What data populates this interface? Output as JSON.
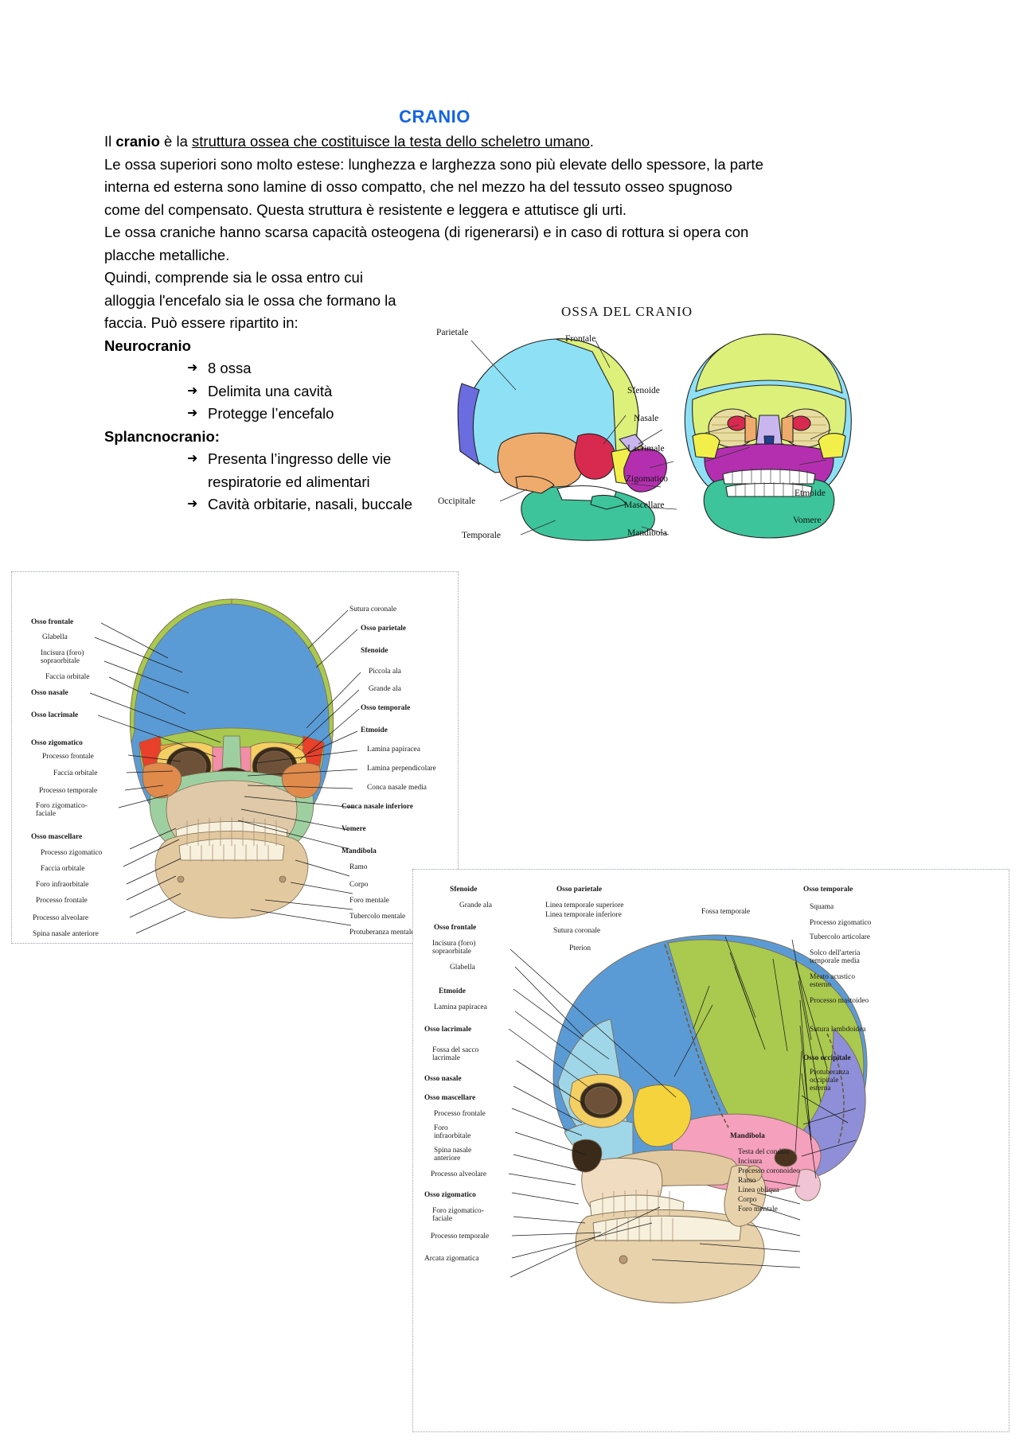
{
  "document": {
    "title": "CRANIO",
    "title_color": "#1464e6",
    "paragraphs": [
      {
        "id": "p1",
        "runs": [
          {
            "text": "Il ",
            "style": "normal"
          },
          {
            "text": "cranio",
            "style": "bold"
          },
          {
            "text": " è la ",
            "style": "normal"
          },
          {
            "text": "struttura ossea che costituisce la testa dello scheletro umano",
            "style": "underline"
          },
          {
            "text": ".",
            "style": "normal"
          }
        ]
      },
      {
        "id": "p2",
        "text": "Le ossa superiori sono molto estese: lunghezza e larghezza sono più elevate dello spessore, la parte interna ed esterna sono lamine di osso compatto, che nel mezzo ha del tessuto osseo spugnoso come del compensato. Questa struttura è resistente e leggera e attutisce gli urti."
      },
      {
        "id": "p3",
        "text": "Le ossa craniche hanno scarsa capacità osteogena (di rigenerarsi) e in caso di rottura si opera con placche metalliche."
      },
      {
        "id": "p4",
        "text": "Quindi, comprende sia le ossa entro cui alloggia l'encefalo sia le ossa che formano la faccia. Può essere ripartito in:"
      }
    ],
    "sections": [
      {
        "heading": "Neurocranio",
        "heading_suffix": "",
        "bullet_glyph": "➜",
        "items": [
          "8 ossa",
          "Delimita una cavità",
          "Protegge l’encefalo"
        ]
      },
      {
        "heading": "Splancnocranio",
        "heading_suffix": ":",
        "bullet_glyph": "➜",
        "items": [
          "Presenta l’ingresso delle vie respiratorie ed alimentari",
          "Cavità orbitarie, nasali, buccale"
        ]
      }
    ]
  },
  "figure_ossa_cranio": {
    "title": "OSSA DEL CRANIO",
    "labels_left": [
      "Parietale",
      "Occipitale",
      "Temporale"
    ],
    "labels_center": [
      "Frontale",
      "Sfenoide",
      "Nasale",
      "Lacrimale",
      "Zigomatico",
      "Mascellare",
      "Mandibola"
    ],
    "labels_right": [
      "Etmoide",
      "Vomere"
    ],
    "palette": {
      "parietale": "#8ee0f5",
      "frontale": "#dcf07a",
      "occipitale": "#6b6ce0",
      "temporale": "#efab6b",
      "sfenoide": "#d8294f",
      "nasale": "#c9b6ef",
      "lacrimale": "#f2ef4a",
      "zigomatico": "#f2ef4a",
      "mascellare": "#b42fb0",
      "mandibola": "#3dc49a",
      "etmoide": "#e8dca0",
      "vomere": "#1f3f8f"
    }
  },
  "figure_frontal_skull": {
    "labels_left": [
      {
        "text": "Osso frontale",
        "bold": true
      },
      {
        "text": "Glabella",
        "bold": false
      },
      {
        "text": "Incisura (foro)",
        "bold": false
      },
      {
        "text": "sopraorbitale",
        "bold": false
      },
      {
        "text": "Faccia orbitale",
        "bold": false
      },
      {
        "text": "Osso nasale",
        "bold": true
      },
      {
        "text": "Osso lacrimale",
        "bold": true
      },
      {
        "text": "Osso zigomatico",
        "bold": true
      },
      {
        "text": "Processo frontale",
        "bold": false
      },
      {
        "text": "Faccia orbitale",
        "bold": false
      },
      {
        "text": "Processo temporale",
        "bold": false
      },
      {
        "text": "Foro zigomatico-",
        "bold": false
      },
      {
        "text": "faciale",
        "bold": false
      },
      {
        "text": "Osso mascellare",
        "bold": true
      },
      {
        "text": "Processo zigomatico",
        "bold": false
      },
      {
        "text": "Faccia orbitale",
        "bold": false
      },
      {
        "text": "Foro infraorbitale",
        "bold": false
      },
      {
        "text": "Processo frontale",
        "bold": false
      },
      {
        "text": "Processo alveolare",
        "bold": false
      },
      {
        "text": "Spina nasale anteriore",
        "bold": false
      }
    ],
    "labels_right": [
      {
        "text": "Sutura coronale",
        "bold": false
      },
      {
        "text": "Osso parietale",
        "bold": true
      },
      {
        "text": "Sfenoide",
        "bold": true
      },
      {
        "text": "Piccola ala",
        "bold": false
      },
      {
        "text": "Grande ala",
        "bold": false
      },
      {
        "text": "Osso temporale",
        "bold": true
      },
      {
        "text": "Etmoide",
        "bold": true
      },
      {
        "text": "Lamina papiracea",
        "bold": false
      },
      {
        "text": "Lamina perpendicolare",
        "bold": false
      },
      {
        "text": "Conca nasale media",
        "bold": false
      },
      {
        "text": "Conca nasale inferiore",
        "bold": true
      },
      {
        "text": "Vomere",
        "bold": true
      },
      {
        "text": "Mandibola",
        "bold": true
      },
      {
        "text": "Ramo",
        "bold": false
      },
      {
        "text": "Corpo",
        "bold": false
      },
      {
        "text": "Foro mentale",
        "bold": false
      },
      {
        "text": "Tubercolo mentale",
        "bold": false
      },
      {
        "text": "Protuberanza mentale",
        "bold": false
      }
    ]
  },
  "figure_lateral_skull": {
    "labels_left": [
      {
        "text": "Sfenoide",
        "bold": true
      },
      {
        "text": "Grande ala",
        "bold": false
      },
      {
        "text": "Osso frontale",
        "bold": true
      },
      {
        "text": "Incisura (foro)",
        "bold": false
      },
      {
        "text": "sopraorbitale",
        "bold": false
      },
      {
        "text": "Glabella",
        "bold": false
      },
      {
        "text": "Etmoide",
        "bold": true
      },
      {
        "text": "Lamina papiracea",
        "bold": false
      },
      {
        "text": "Osso lacrimale",
        "bold": true
      },
      {
        "text": "Fossa del sacco",
        "bold": false
      },
      {
        "text": "lacrimale",
        "bold": false
      },
      {
        "text": "Osso nasale",
        "bold": true
      },
      {
        "text": "Osso mascellare",
        "bold": true
      },
      {
        "text": "Processo frontale",
        "bold": false
      },
      {
        "text": "Foro",
        "bold": false
      },
      {
        "text": "infraorbitale",
        "bold": false
      },
      {
        "text": "Spina nasale",
        "bold": false
      },
      {
        "text": "anteriore",
        "bold": false
      },
      {
        "text": "Processo alveolare",
        "bold": false
      },
      {
        "text": "Osso zigomatico",
        "bold": true
      },
      {
        "text": "Foro zigomatico-",
        "bold": false
      },
      {
        "text": "faciale",
        "bold": false
      },
      {
        "text": "Processo temporale",
        "bold": false
      },
      {
        "text": "Arcata zigomatica",
        "bold": false
      }
    ],
    "labels_center": [
      {
        "text": "Osso parietale",
        "bold": true
      },
      {
        "text": "Linea temporale superiore",
        "bold": false
      },
      {
        "text": "Linea temporale inferiore",
        "bold": false
      },
      {
        "text": "Sutura coronale",
        "bold": false
      },
      {
        "text": "Pterion",
        "bold": false
      },
      {
        "text": "Fossa temporale",
        "bold": false
      }
    ],
    "labels_right": [
      {
        "text": "Osso temporale",
        "bold": true
      },
      {
        "text": "Squama",
        "bold": false
      },
      {
        "text": "Processo zigomatico",
        "bold": false
      },
      {
        "text": "Tubercolo articolare",
        "bold": false
      },
      {
        "text": "Solco dell'arteria",
        "bold": false
      },
      {
        "text": "temporale media",
        "bold": false
      },
      {
        "text": "Meato acustico",
        "bold": false
      },
      {
        "text": "esterno",
        "bold": false
      },
      {
        "text": "Processo mastoideo",
        "bold": false
      },
      {
        "text": "Sutura lambdoidea",
        "bold": false
      },
      {
        "text": "Osso occipitale",
        "bold": true
      },
      {
        "text": "Protuberanza",
        "bold": false
      },
      {
        "text": "occipitale",
        "bold": false
      },
      {
        "text": "esterna",
        "bold": false
      },
      {
        "text": "Mandibola",
        "bold": true
      },
      {
        "text": "Testa del condilo",
        "bold": false
      },
      {
        "text": "Incisura",
        "bold": false
      },
      {
        "text": "Processo coronoideo",
        "bold": false
      },
      {
        "text": "Ramo",
        "bold": false
      },
      {
        "text": "Linea obliqua",
        "bold": false
      },
      {
        "text": "Corpo",
        "bold": false
      },
      {
        "text": "Foro mentale",
        "bold": false
      }
    ]
  }
}
